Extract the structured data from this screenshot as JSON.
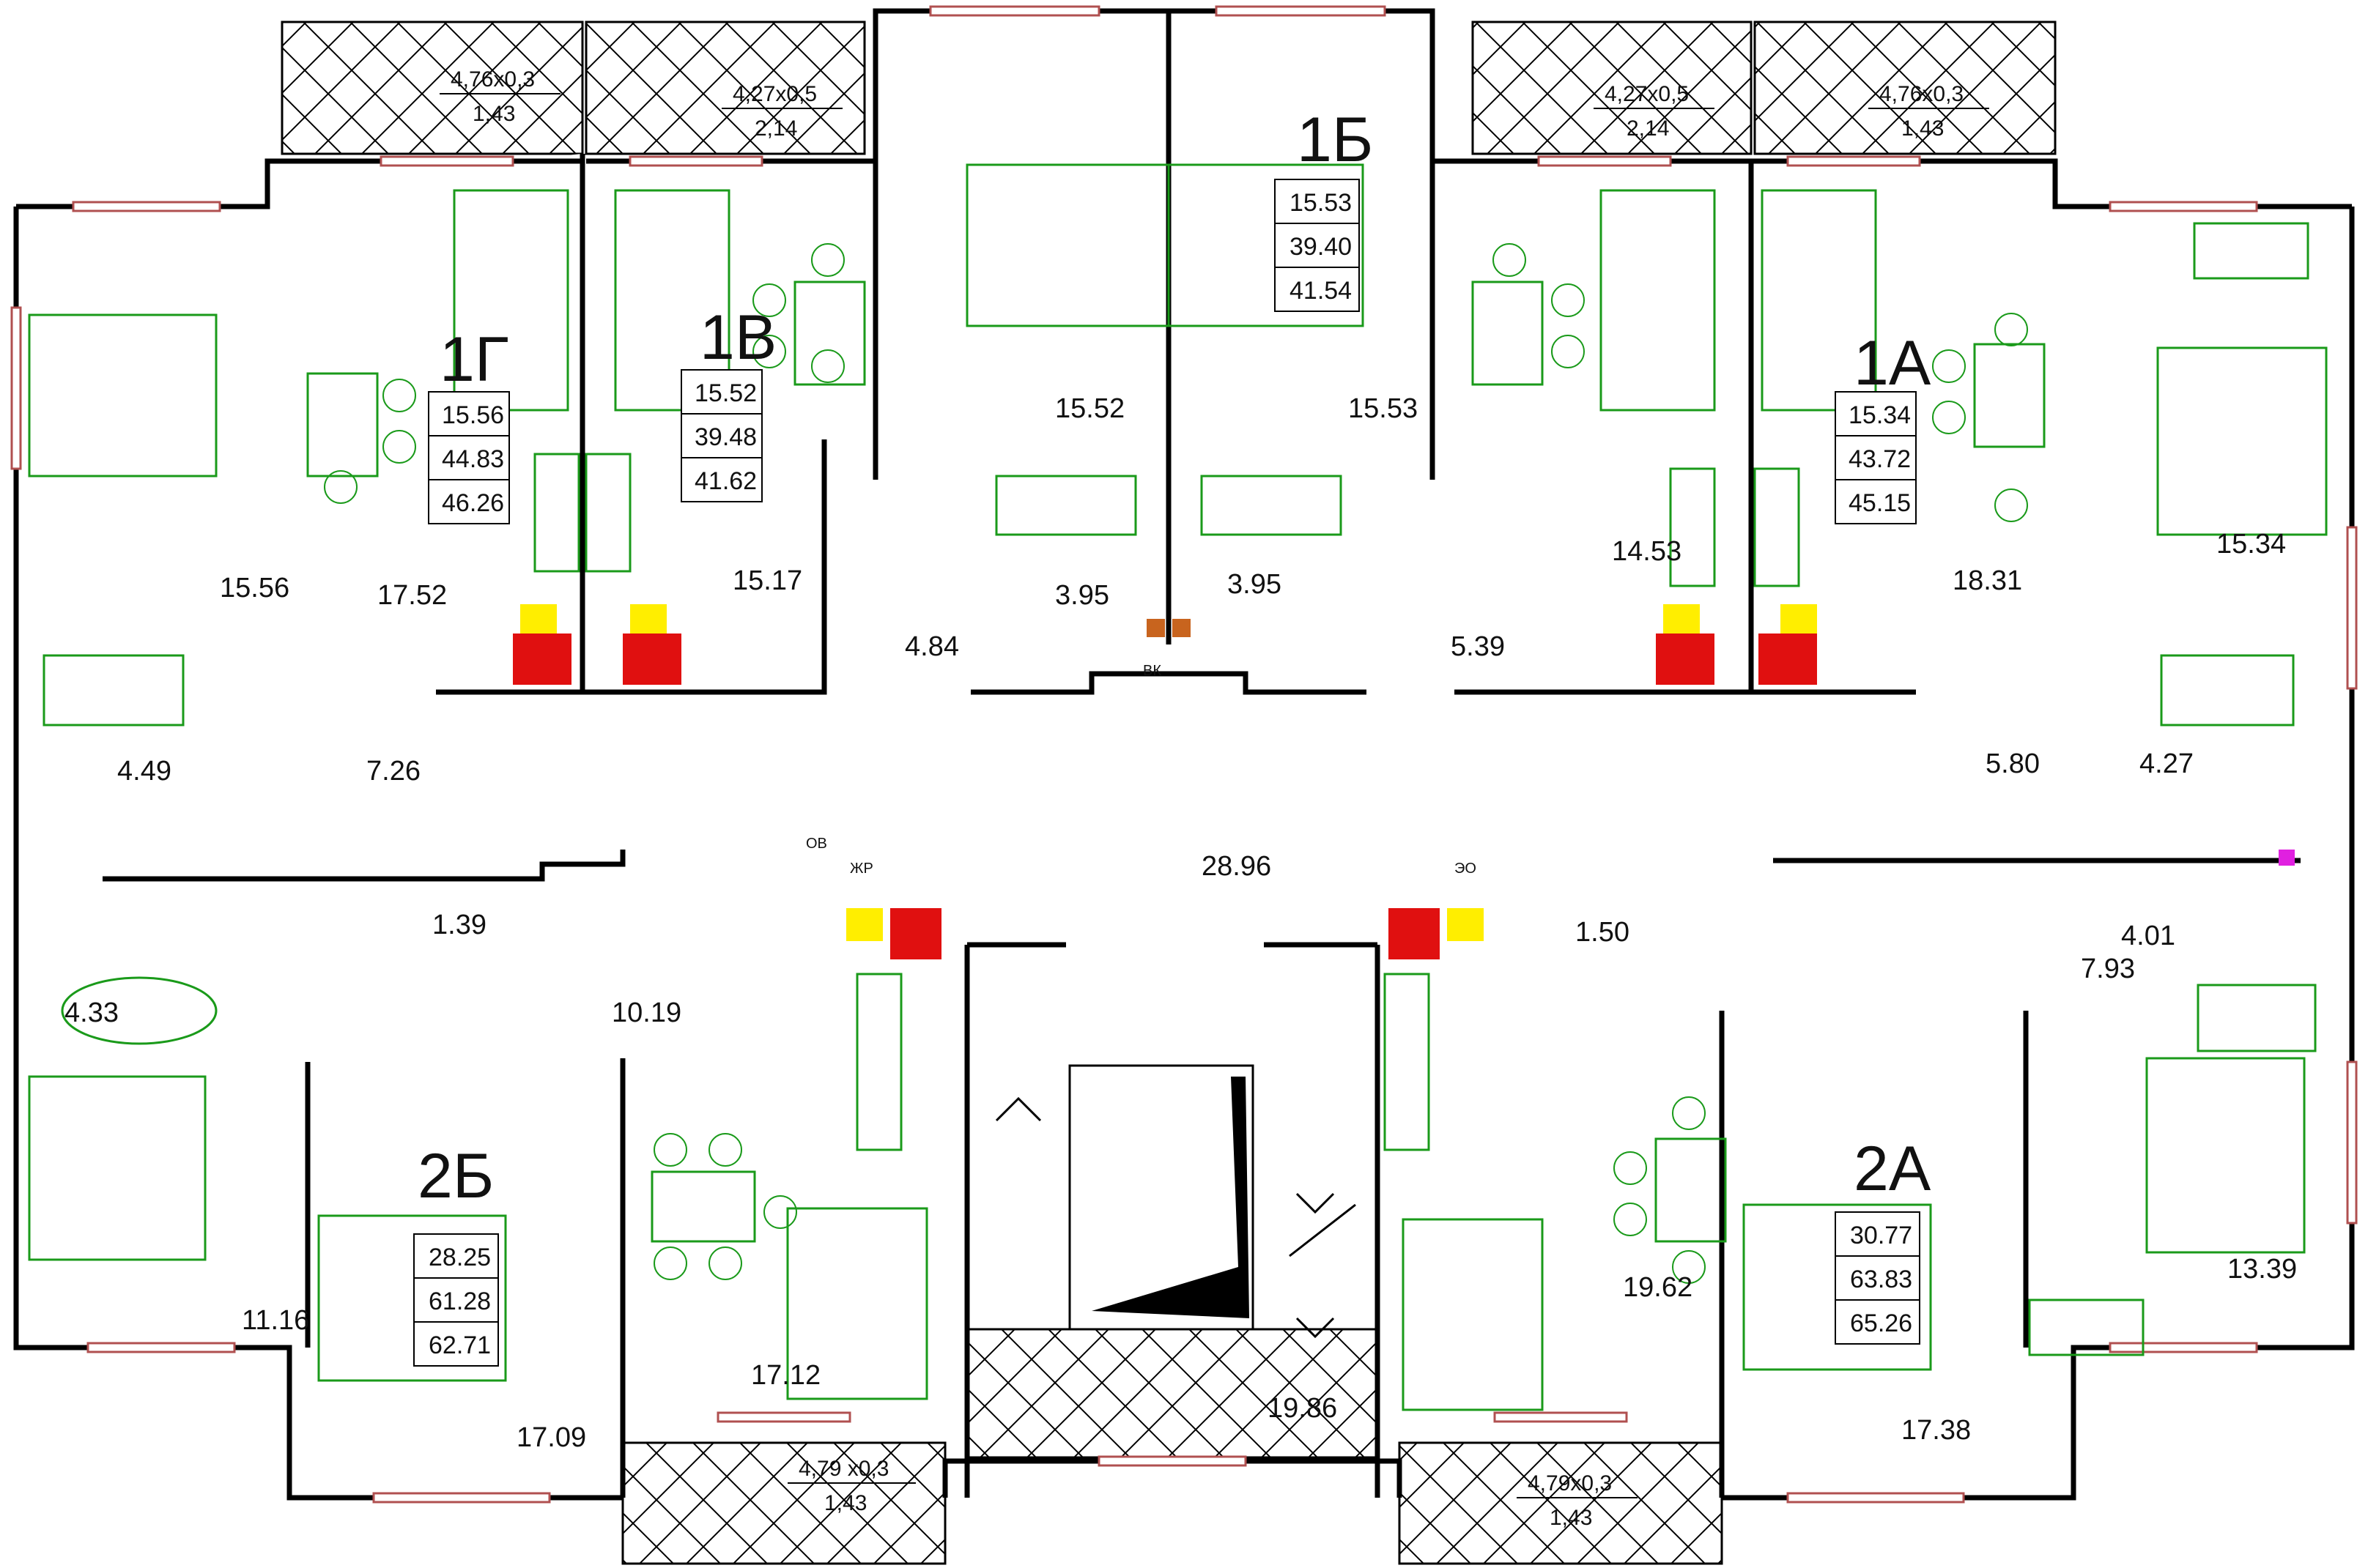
{
  "apartments": [
    {
      "id": "1Г",
      "areas": [
        "15.56",
        "44.83",
        "46.26"
      ]
    },
    {
      "id": "1В",
      "areas": [
        "15.52",
        "39.48",
        "41.62"
      ]
    },
    {
      "id": "1Б",
      "areas": [
        "15.53",
        "39.40",
        "41.54"
      ]
    },
    {
      "id": "1А",
      "areas": [
        "15.34",
        "43.72",
        "45.15"
      ]
    },
    {
      "id": "2Б",
      "areas": [
        "28.25",
        "61.28",
        "62.71"
      ]
    },
    {
      "id": "2А",
      "areas": [
        "30.77",
        "63.83",
        "65.26"
      ]
    }
  ],
  "room_areas": [
    "15.56",
    "17.52",
    "15.17",
    "15.52",
    "15.53",
    "14.53",
    "18.31",
    "15.34",
    "4.84",
    "3.95",
    "3.95",
    "5.39",
    "4.49",
    "7.26",
    "5.80",
    "4.27",
    "1.39",
    "4.33",
    "10.19",
    "28.96",
    "1.50",
    "4.01",
    "7.93",
    "11.16",
    "17.09",
    "17.12",
    "19.86",
    "19.62",
    "17.38",
    "13.39"
  ],
  "balconies": [
    {
      "size": "4,76x0,3",
      "area": "1,43"
    },
    {
      "size": "4,27x0,5",
      "area": "2,14"
    },
    {
      "size": "4,27x0,5",
      "area": "2,14"
    },
    {
      "size": "4,76x0,3",
      "area": "1,43"
    },
    {
      "size": "4,79 x0,3",
      "area": "1,43"
    },
    {
      "size": "4,79x0,3",
      "area": "1,43"
    }
  ],
  "shaft_labels": [
    "ОВ",
    "ЖР",
    "ЭО",
    "ВК"
  ],
  "colors": {
    "wall": "#000000",
    "furniture": "#1a9a1a",
    "duct": "#e01010",
    "hood": "#ffee00",
    "vent": "#c8641e",
    "window": "#b05050"
  }
}
